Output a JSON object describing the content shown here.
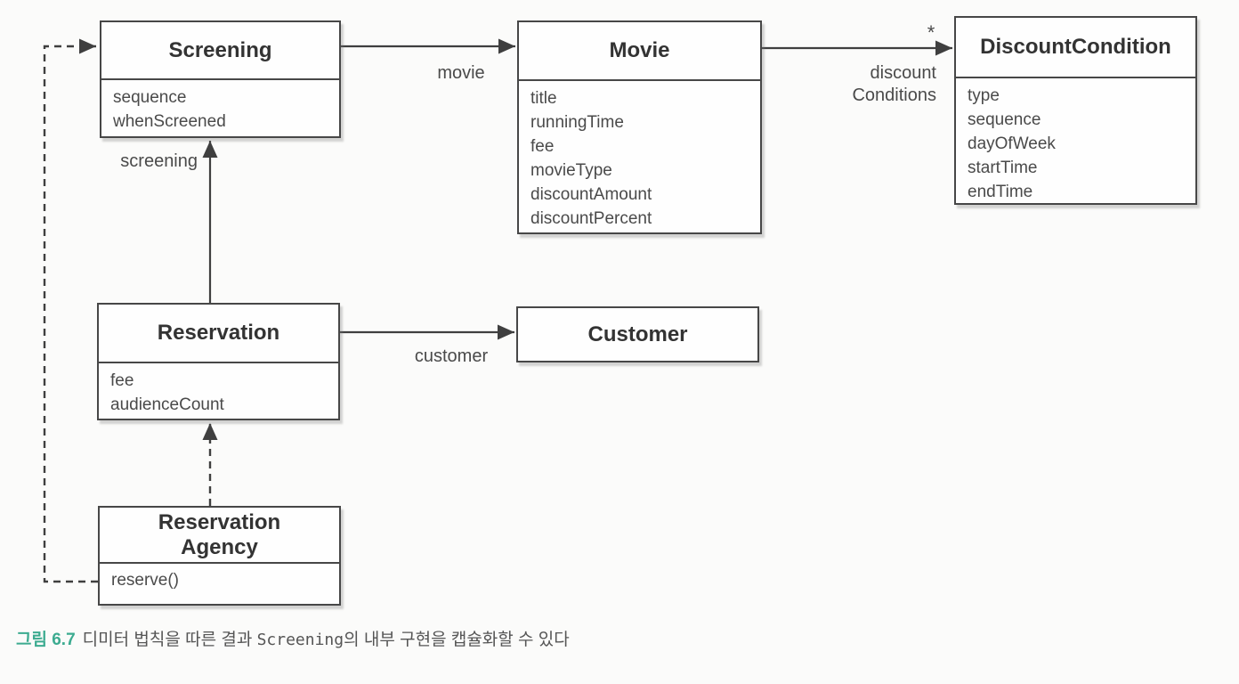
{
  "diagram": {
    "type": "uml-class-diagram",
    "classes": [
      {
        "name": "Screening",
        "attributes": [
          "sequence",
          "whenScreened"
        ]
      },
      {
        "name": "Movie",
        "attributes": [
          "title",
          "runningTime",
          "fee",
          "movieType",
          "discountAmount",
          "discountPercent"
        ]
      },
      {
        "name": "DiscountCondition",
        "attributes": [
          "type",
          "sequence",
          "dayOfWeek",
          "startTime",
          "endTime"
        ]
      },
      {
        "name": "Reservation",
        "attributes": [
          "fee",
          "audienceCount"
        ]
      },
      {
        "name": "Customer",
        "attributes": []
      },
      {
        "name": "Reservation\nAgency",
        "attributes": [
          "reserve()"
        ]
      }
    ],
    "edge_labels": {
      "movie": "movie",
      "discount_line1": "discount",
      "discount_line2": "Conditions",
      "multiplicity": "*",
      "screening": "screening",
      "customer": "customer"
    },
    "edges": [
      {
        "from": "Screening",
        "to": "Movie",
        "style": "solid-arrow",
        "label": "movie"
      },
      {
        "from": "Movie",
        "to": "DiscountCondition",
        "style": "solid-arrow",
        "label": "discountConditions",
        "multiplicity": "*"
      },
      {
        "from": "Reservation",
        "to": "Screening",
        "style": "solid-arrow",
        "label": "screening"
      },
      {
        "from": "Reservation",
        "to": "Customer",
        "style": "solid-arrow",
        "label": "customer"
      },
      {
        "from": "ReservationAgency",
        "to": "Reservation",
        "style": "dashed-arrow"
      },
      {
        "from": "ReservationAgency",
        "to": "Screening",
        "style": "dashed-arrow"
      }
    ]
  },
  "caption": {
    "figure_label": "그림 6.7",
    "text_before": "디미터 법칙을 따른 결과 ",
    "code": "Screening",
    "text_after": "의 내부 구현을 캡슐화할 수 있다"
  },
  "colors": {
    "box_border": "#474747",
    "arrow": "#3f3f3f",
    "title_text": "#333333",
    "attribute_text": "#4a4a4a",
    "caption_accent": "#3cab90",
    "background": "#fbfbfa"
  }
}
